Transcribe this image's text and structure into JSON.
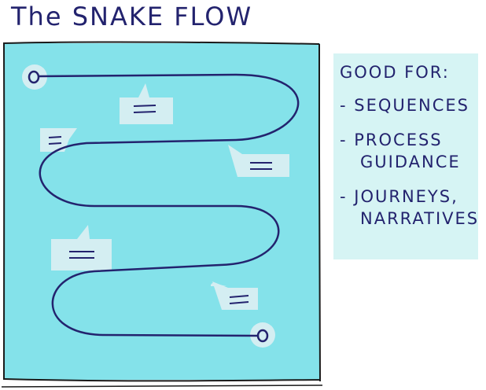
{
  "title": "The SNAKE FLOW",
  "notes": {
    "heading": "GOOD FOR:",
    "items": [
      [
        "- SEQUENCES"
      ],
      [
        "- PROCESS",
        "GUIDANCE"
      ],
      [
        "- JOURNEYS,",
        "NARRATIVES"
      ]
    ]
  },
  "colors": {
    "panel": "#84e2ea",
    "notes_bg": "#d6f4f4",
    "bubble": "#d4eef2",
    "ink": "#23236e",
    "frame": "#1a1a1a"
  }
}
